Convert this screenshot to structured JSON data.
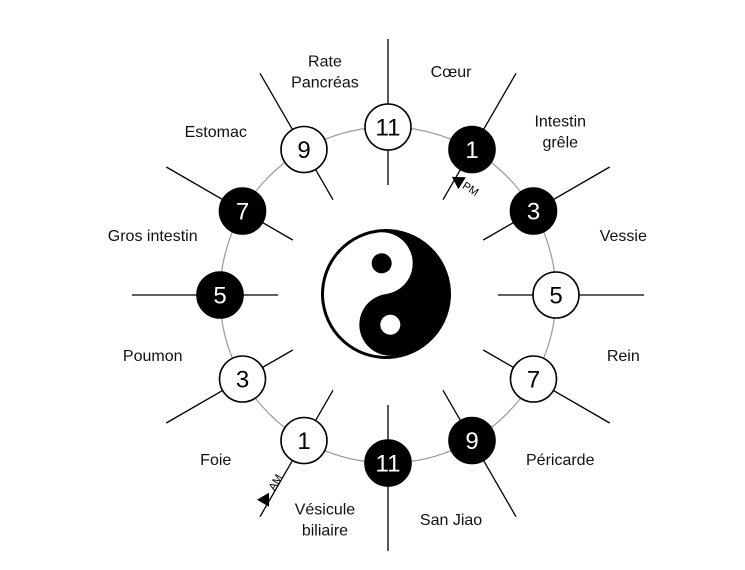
{
  "colors": {
    "ink": "#000000",
    "paper": "#ffffff",
    "ring": "#999999"
  },
  "nodes": [
    {
      "number": "11",
      "filled": false
    },
    {
      "number": "1",
      "filled": true
    },
    {
      "number": "3",
      "filled": true
    },
    {
      "number": "5",
      "filled": false
    },
    {
      "number": "7",
      "filled": false
    },
    {
      "number": "9",
      "filled": true
    },
    {
      "number": "11",
      "filled": true
    },
    {
      "number": "1",
      "filled": false
    },
    {
      "number": "3",
      "filled": false
    },
    {
      "number": "5",
      "filled": true
    },
    {
      "number": "7",
      "filled": true
    },
    {
      "number": "9",
      "filled": false
    }
  ],
  "organs": [
    {
      "lines": [
        "Cœur"
      ]
    },
    {
      "lines": [
        "Intestin",
        "grêle"
      ]
    },
    {
      "lines": [
        "Vessie"
      ]
    },
    {
      "lines": [
        "Rein"
      ]
    },
    {
      "lines": [
        "Péricarde"
      ]
    },
    {
      "lines": [
        "San Jiao"
      ]
    },
    {
      "lines": [
        "Vésicule",
        "biliaire"
      ]
    },
    {
      "lines": [
        "Foie"
      ]
    },
    {
      "lines": [
        "Poumon"
      ]
    },
    {
      "lines": [
        "Gros intestin"
      ]
    },
    {
      "lines": [
        "Estomac"
      ]
    },
    {
      "lines": [
        "Rate",
        "Pancréas"
      ]
    }
  ],
  "markers": {
    "pm": "PM",
    "am": "AM"
  }
}
